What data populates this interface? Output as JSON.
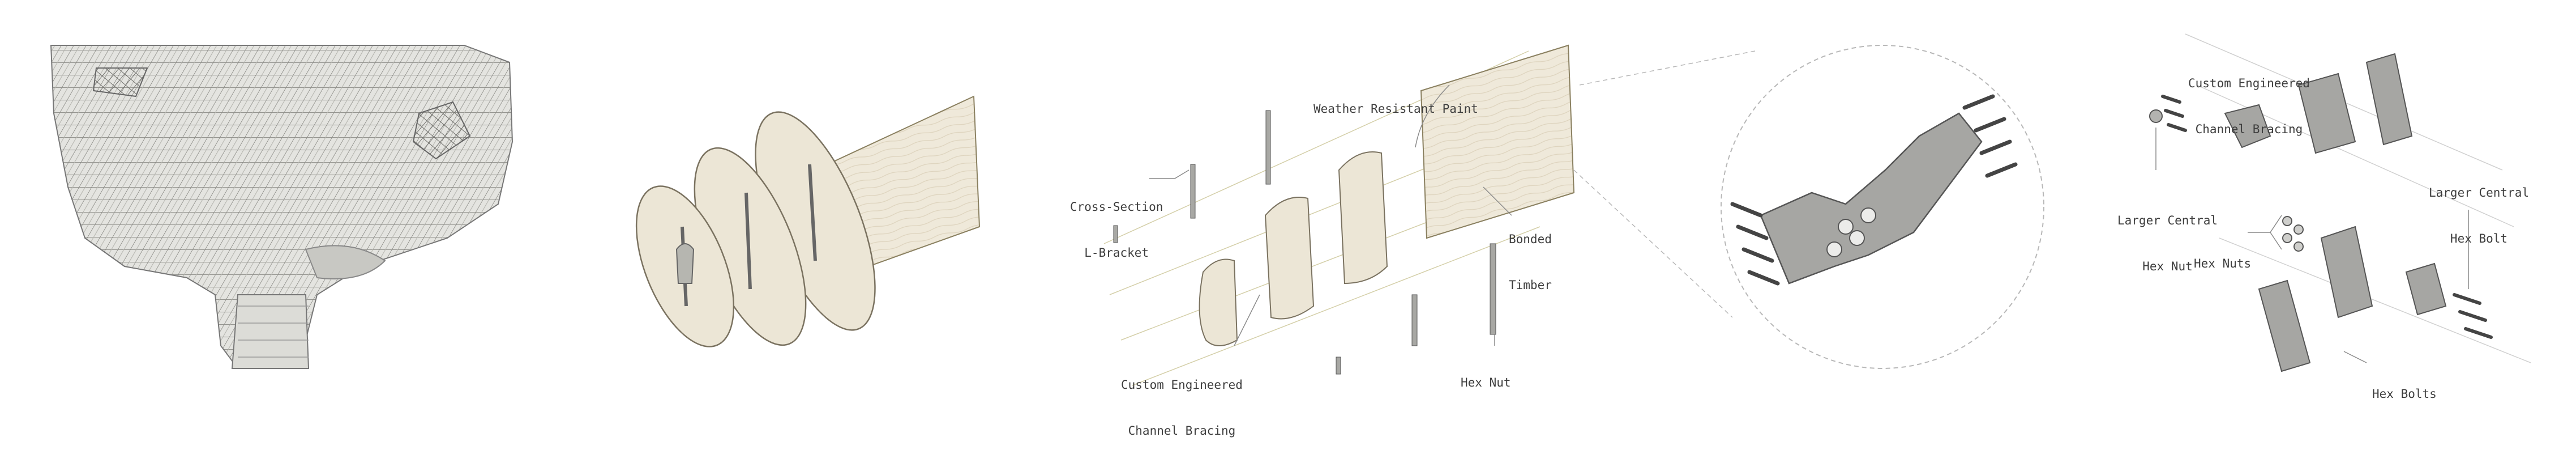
{
  "panels": {
    "exploded_assembly": {
      "labels": {
        "weather_paint": "Weather Resistant Paint",
        "cross_section_1": "Cross-Section",
        "cross_section_2": "L-Bracket",
        "bonded_1": "Bonded",
        "bonded_2": "Timber",
        "channel_1": "Custom Engineered",
        "channel_2": "Channel Bracing",
        "hex_nut": "Hex Nut"
      }
    },
    "bracket_detail": {
      "labels": {
        "channel_1": "Custom Engineered",
        "channel_2": "Channel Bracing",
        "central_nut_1": "Larger Central",
        "central_nut_2": "Hex Nut",
        "central_bolt_1": "Larger Central",
        "central_bolt_2": "Hex Bolt",
        "hex_nuts": "Hex Nuts",
        "hex_bolts": "Hex Bolts"
      }
    }
  },
  "colors": {
    "material": "#d9d9d6",
    "timber": "#ece6d6",
    "timber_edge": "#d8ceb6",
    "metal": "#9c9c9c",
    "ink": "#4a4a4a",
    "leader": "#8a8a8a"
  }
}
